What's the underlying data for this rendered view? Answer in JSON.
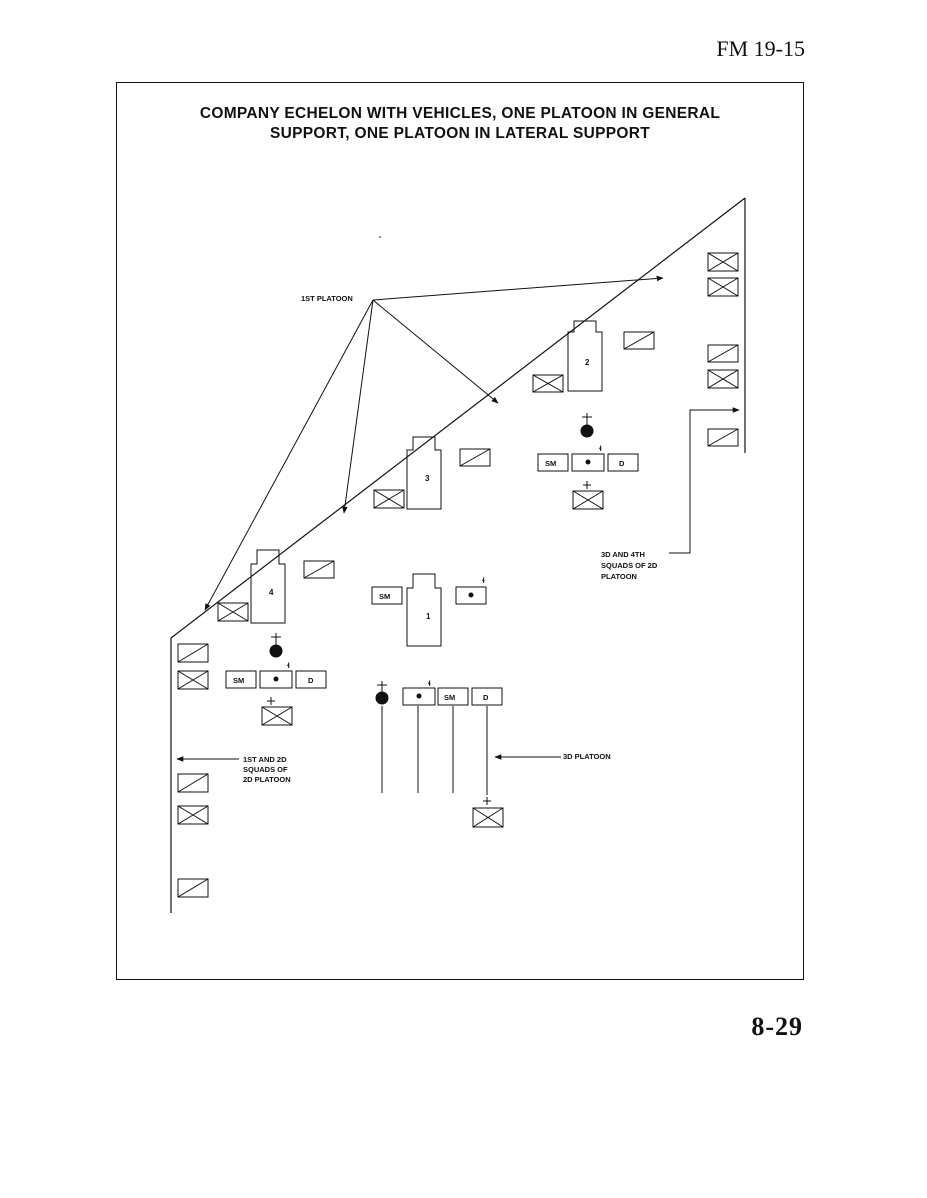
{
  "header": {
    "ref": "FM 19-15"
  },
  "figure": {
    "title_line1": "COMPANY ECHELON WITH VEHICLES, ONE PLATOON IN GENERAL",
    "title_line2": "SUPPORT, ONE PLATOON IN LATERAL SUPPORT",
    "labels": {
      "first_platoon": "1ST PLATOON",
      "third_fourth_line1": "3D AND 4TH",
      "third_fourth_line2": "SQUADS OF 2D",
      "third_fourth_line3": "PLATOON",
      "first_second_line1": "1ST AND 2D",
      "first_second_line2": "SQUADS OF",
      "first_second_line3": "2D PLATOON",
      "third_platoon": "3D PLATOON"
    },
    "squad_numbers": [
      "1",
      "2",
      "3",
      "4"
    ],
    "box_labels": {
      "sm": "SM",
      "d": "D"
    }
  },
  "footer": {
    "page_number": "8-29"
  }
}
